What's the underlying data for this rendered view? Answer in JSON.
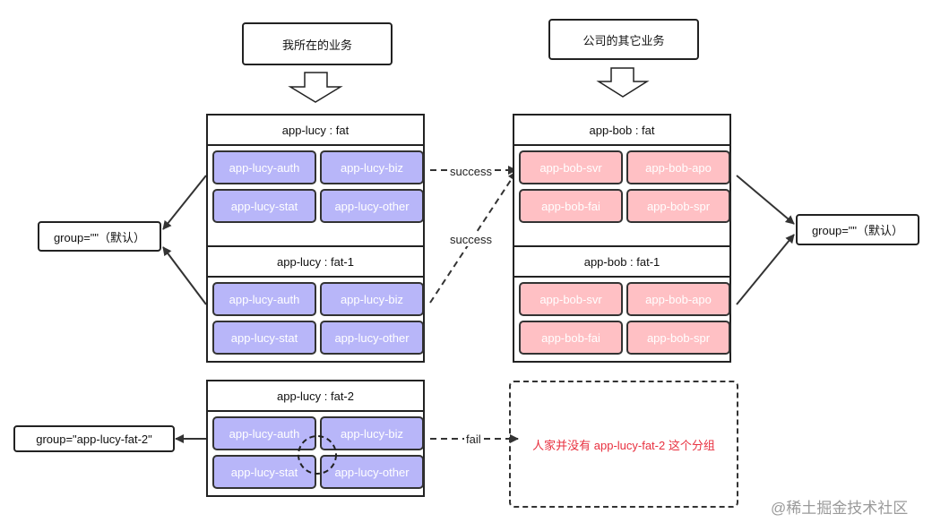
{
  "top_labels": {
    "left": "我所在的业务",
    "right": "公司的其它业务"
  },
  "groups": {
    "lucy_fat": {
      "title": "app-lucy : fat",
      "services": [
        "app-lucy-auth",
        "app-lucy-biz",
        "app-lucy-stat",
        "app-lucy-other"
      ]
    },
    "lucy_fat1": {
      "title": "app-lucy : fat-1",
      "services": [
        "app-lucy-auth",
        "app-lucy-biz",
        "app-lucy-stat",
        "app-lucy-other"
      ]
    },
    "lucy_fat2": {
      "title": "app-lucy : fat-2",
      "services": [
        "app-lucy-auth",
        "app-lucy-biz",
        "app-lucy-stat",
        "app-lucy-other"
      ]
    },
    "bob_fat": {
      "title": "app-bob : fat",
      "services": [
        "app-bob-svr",
        "app-bob-apo",
        "app-bob-fai",
        "app-bob-spr"
      ]
    },
    "bob_fat1": {
      "title": "app-bob : fat-1",
      "services": [
        "app-bob-svr",
        "app-bob-apo",
        "app-bob-fai",
        "app-bob-spr"
      ]
    }
  },
  "group_labels": {
    "left_default": "group=\"\"（默认）",
    "right_default": "group=\"\"（默认）",
    "fat2": "group=\"app-lucy-fat-2\""
  },
  "edge_labels": {
    "success1": "success",
    "success2": "success",
    "fail": "fail"
  },
  "fail_box_text": "人家并没有 app-lucy-fat-2 这个分组",
  "watermark": "@稀土掘金技术社区",
  "colors": {
    "lucy_service": "#b8b6f9",
    "bob_service": "#ffc0c4",
    "fail_text": "#e8303f"
  }
}
